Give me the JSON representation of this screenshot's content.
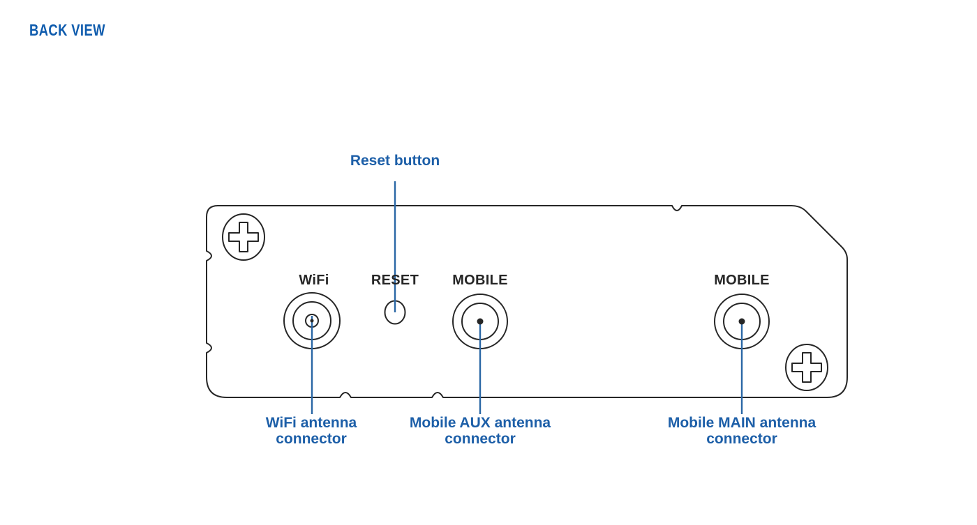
{
  "page": {
    "title": "BACK VIEW"
  },
  "colors": {
    "title_blue": "#0e5bad",
    "callout_blue": "#1d5fa8",
    "outline_dark": "#262626"
  },
  "diagram": {
    "top_callout": "Reset button",
    "panel_labels": {
      "wifi": "WiFi",
      "reset": "RESET",
      "mobile_aux": "MOBILE",
      "mobile_main": "MOBILE"
    },
    "bottom_callouts": {
      "wifi": "WiFi antenna\nconnector",
      "mobile_aux": "Mobile AUX antenna\nconnector",
      "mobile_main": "Mobile MAIN antenna\nconnector"
    }
  }
}
